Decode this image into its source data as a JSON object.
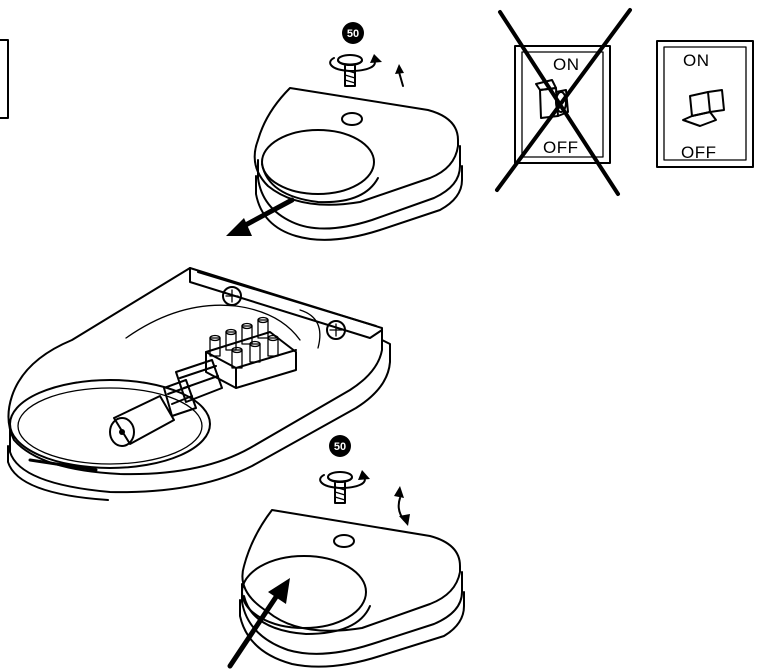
{
  "switch_left": {
    "on_label": "ON",
    "off_label": "OFF",
    "crossed_out": true
  },
  "switch_right": {
    "on_label": "ON",
    "off_label": "OFF"
  },
  "screw_badge_top": {
    "text": "50"
  },
  "screw_badge_bottom": {
    "text": "50"
  },
  "colors": {
    "ink": "#000000",
    "background": "#ffffff"
  }
}
